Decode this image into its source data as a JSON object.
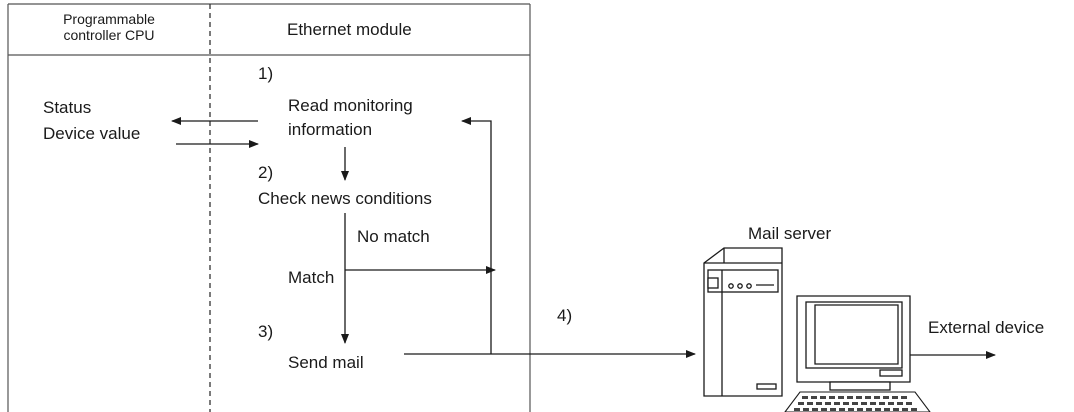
{
  "header": {
    "cpu_line1": "Programmable",
    "cpu_line2": "controller CPU",
    "module": "Ethernet module"
  },
  "labels": {
    "step1": "1)",
    "read_line1": "Read monitoring",
    "read_line2": "information",
    "status": "Status",
    "device_value": "Device value",
    "step2": "2)",
    "check": "Check news conditions",
    "no_match": "No match",
    "match": "Match",
    "step3": "3)",
    "send_mail": "Send mail",
    "step4": "4)",
    "mail_server": "Mail server",
    "external_device": "External device"
  },
  "colors": {
    "line": "#1a1a1a",
    "box": "#555555",
    "device_fill": "#ffffff",
    "screen": "#ffffff"
  }
}
